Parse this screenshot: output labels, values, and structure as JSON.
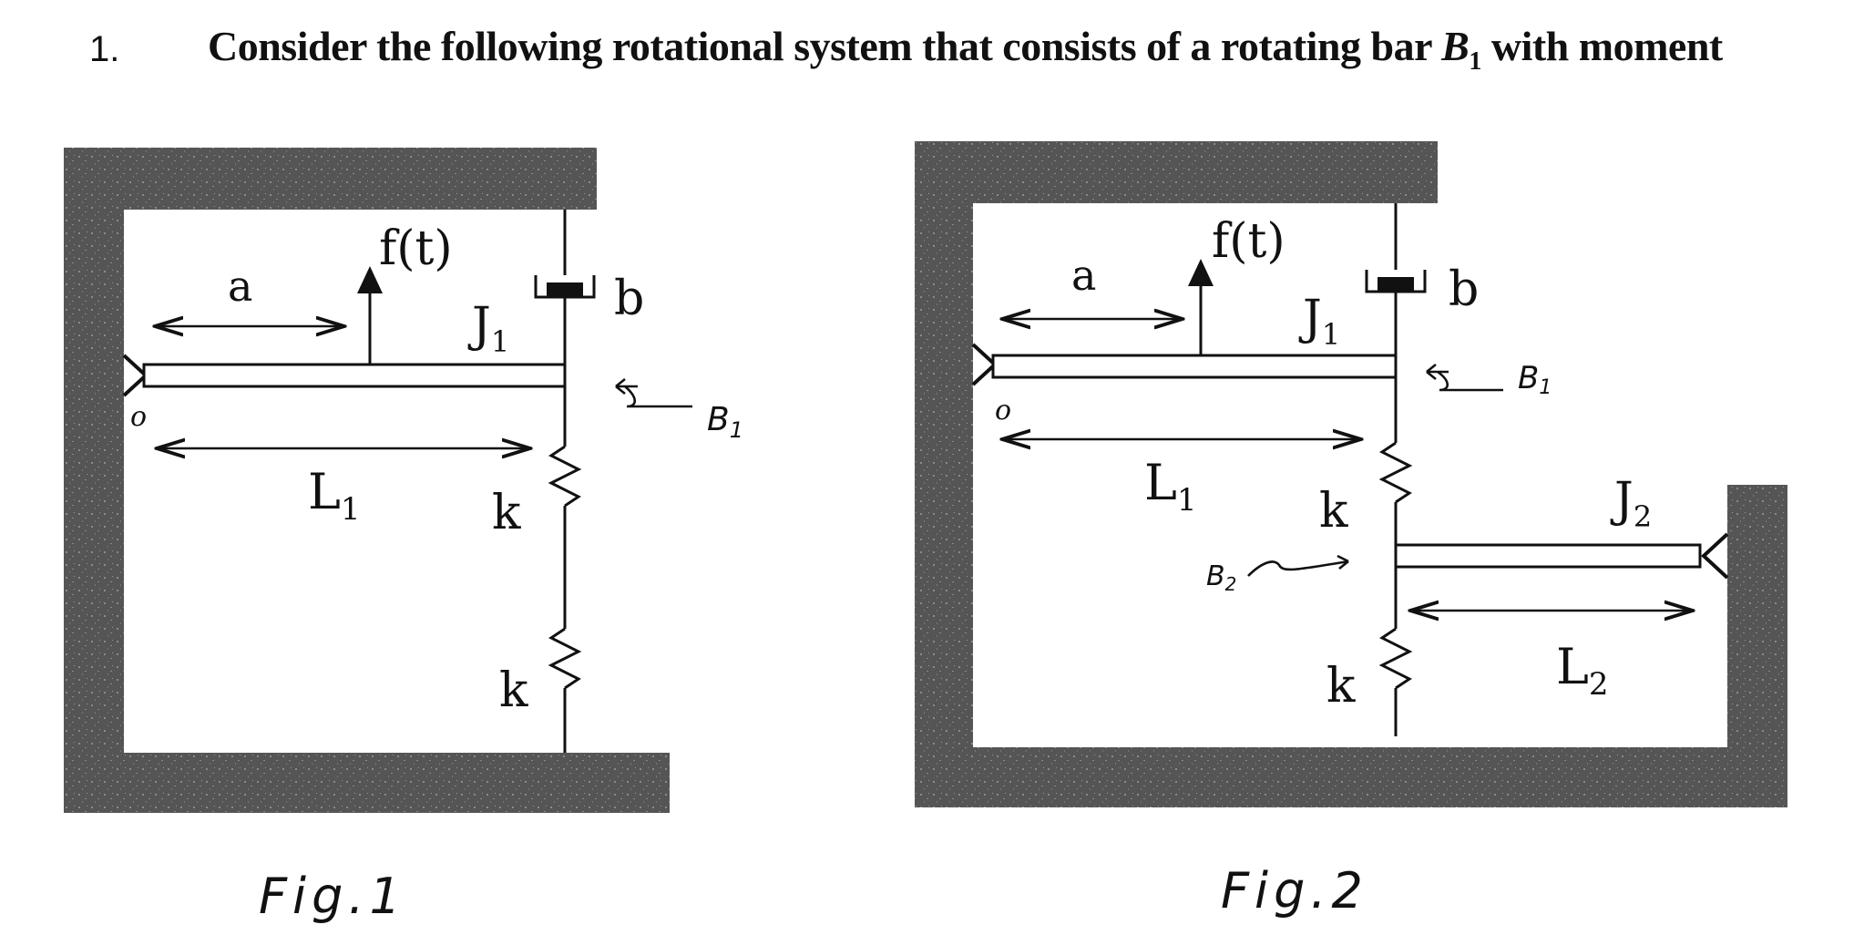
{
  "problem": {
    "number": "1.",
    "text_prefix": "Consider the following rotational system that consists of a rotating bar ",
    "bar_symbol": "B",
    "bar_subscript": "1",
    "text_suffix": " with moment"
  },
  "figure1": {
    "caption": "Fig.1",
    "labels": {
      "force": "f(t)",
      "a": "a",
      "J": "J",
      "J_sub": "1",
      "b": "b",
      "pivot": "o",
      "L": "L",
      "L_sub": "1",
      "k_upper": "k",
      "k_lower": "k",
      "bar_annotation": "B",
      "bar_annotation_sub": "1"
    }
  },
  "figure2": {
    "caption": "Fig.2",
    "labels": {
      "force": "f(t)",
      "a": "a",
      "J1": "J",
      "J1_sub": "1",
      "b": "b",
      "pivot": "o",
      "L1": "L",
      "L1_sub": "1",
      "k_upper": "k",
      "k_lower": "k",
      "B1_annotation": "B",
      "B1_annotation_sub": "1",
      "B2_annotation": "B",
      "B2_annotation_sub": "2",
      "J2": "J",
      "J2_sub": "2",
      "L2": "L",
      "L2_sub": "2"
    }
  },
  "colors": {
    "wall_fill": "#555555",
    "wall_speckle": "#8a8a8a",
    "line": "#111111",
    "background": "#ffffff"
  }
}
